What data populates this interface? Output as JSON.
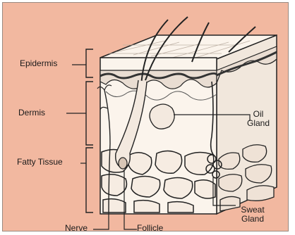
{
  "diagram": {
    "labels": {
      "epidermis": "Epidermis",
      "dermis": "Dermis",
      "fatty_tissue": "Fatty Tissue",
      "oil_gland_line1": "Oil",
      "oil_gland_line2": "Gland",
      "sweat_gland_line1": "Sweat",
      "sweat_gland_line2": "Gland",
      "nerve": "Nerve",
      "follicle": "Follicle"
    },
    "colors": {
      "background": "#f2b8a0",
      "block_fill": "#fbf4ec",
      "side_fill": "#f1e7dc",
      "outline": "#222222"
    }
  }
}
